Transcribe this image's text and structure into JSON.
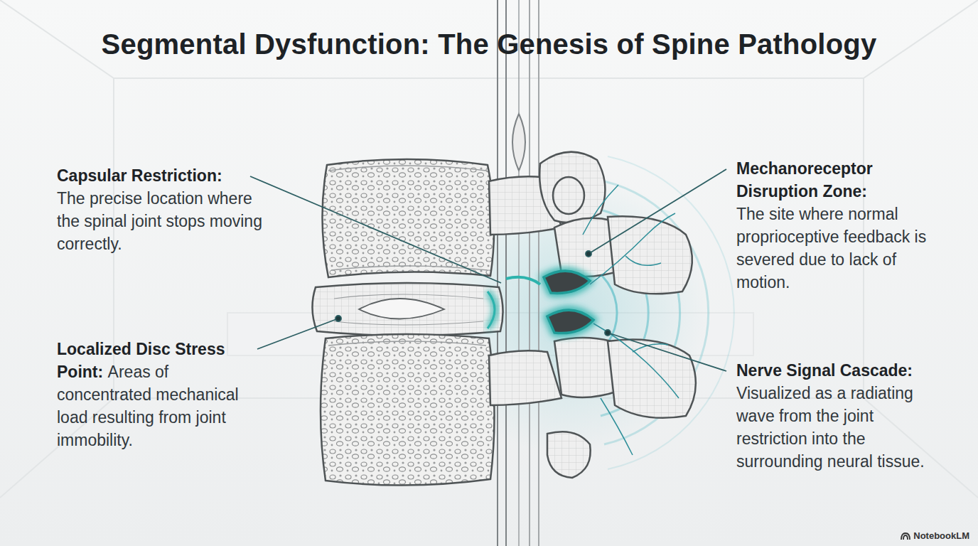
{
  "diagram": {
    "title": "Segmental Dysfunction: The Genesis of Spine Pathology",
    "labels": [
      "Capsular Restriction:",
      "The precise location where the spinal joint stops moving correctly.",
      "Mechanoreceptor Disruption Zone:",
      "The site where normal proprioceptive feedback is severed due to lack of motion.",
      "Localized Disc Stress Point:",
      "Areas of concentrated mechanical load resulting from joint immobility.",
      "Nerve Signal Cascade:",
      "Visualized as a radiating wave from the joint restriction into the surrounding neural tissue.",
      "NotebookLM"
    ]
  }
}
